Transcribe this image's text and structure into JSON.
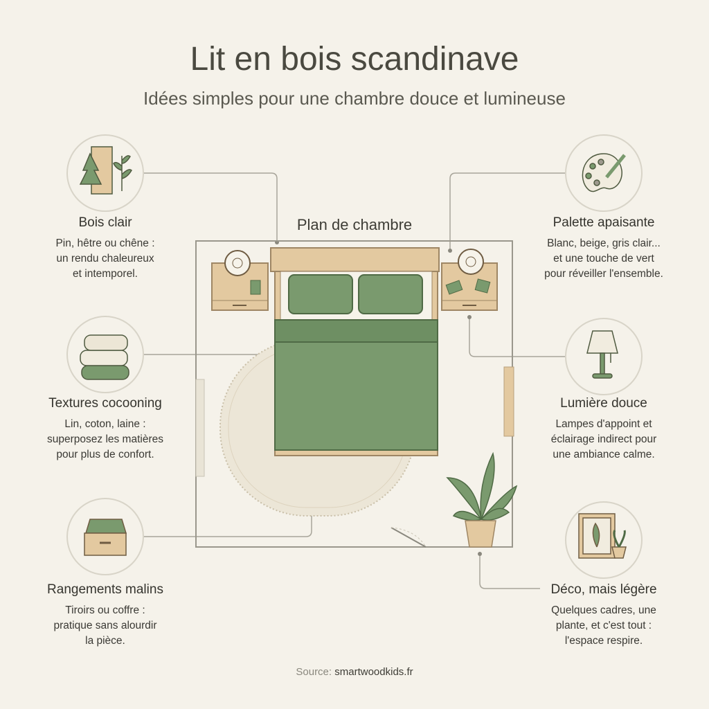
{
  "header": {
    "title": "Lit en bois scandinave",
    "subtitle": "Idées simples pour une chambre douce et lumineuse"
  },
  "plan_label": "Plan de chambre",
  "features": [
    {
      "title": "Bois clair",
      "lines": [
        "Pin, hêtre ou chêne :",
        "un rendu chaleureux",
        "et intemporel."
      ],
      "icon": "wood-tree-icon"
    },
    {
      "title": "Textures cocooning",
      "lines": [
        "Lin, coton, laine :",
        "superposez les matières",
        "pour plus de confort."
      ],
      "icon": "folded-blankets-icon"
    },
    {
      "title": "Rangements malins",
      "lines": [
        "Tiroirs ou coffre :",
        "pratique sans alourdir",
        "la pièce."
      ],
      "icon": "storage-drawer-icon"
    },
    {
      "title": "Palette apaisante",
      "lines": [
        "Blanc, beige, gris clair...",
        "et une touche de vert",
        "pour réveiller l'ensemble."
      ],
      "icon": "paint-palette-icon"
    },
    {
      "title": "Lumière douce",
      "lines": [
        "Lampes d'appoint et",
        "éclairage indirect pour",
        "une ambiance calme."
      ],
      "icon": "table-lamp-icon"
    },
    {
      "title": "Déco, mais légère",
      "lines": [
        "Quelques cadres, une",
        "plante, et c'est tout :",
        "l'espace respire."
      ],
      "icon": "frame-plant-icon"
    }
  ],
  "footer": {
    "source_label": "Source:",
    "source_site": "smartwoodkids.fr"
  },
  "colors": {
    "background": "#f5f2ea",
    "green": "#7a9a6e",
    "wood": "#e3c9a0",
    "line": "#a8a59a"
  }
}
